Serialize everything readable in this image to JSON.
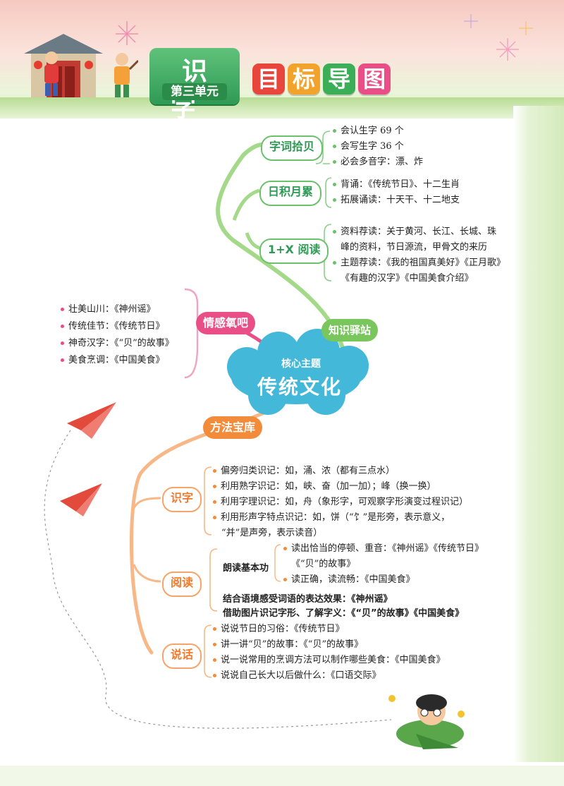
{
  "header": {
    "unit_title": "识字",
    "unit_subtitle": "第三单元",
    "goal_chars": [
      "目",
      "标",
      "导",
      "图"
    ],
    "goal_colors": [
      "#e8463d",
      "#f2a32c",
      "#3cae57",
      "#e94f86"
    ]
  },
  "center": {
    "subtitle": "核心主题",
    "title": "传统文化"
  },
  "knowledge": {
    "label": "知识驿站",
    "ciji": {
      "label": "字词拾贝",
      "items": [
        "会认生字 69 个",
        "会写生字 36 个",
        "必会多音字：漂、炸"
      ]
    },
    "riji": {
      "label": "日积月累",
      "items": [
        "背诵：《传统节日》、十二生肖",
        "拓展诵读：十天干、十二地支"
      ]
    },
    "yuedu": {
      "label": "1+X 阅读",
      "lines": [
        "资料荐读：关于黄河、长江、长城、珠",
        "峰的资料，节日源流，甲骨文的来历",
        "主题荐读：《我的祖国真美好》《正月歌》",
        "《有趣的汉字》《中国美食介绍》"
      ]
    }
  },
  "emotion": {
    "label": "情感氧吧",
    "items": [
      "壮美山川：《神州谣》",
      "传统佳节：《传统节日》",
      "神奇汉字：《“贝”的故事》",
      "美食烹调：《中国美食》"
    ]
  },
  "method": {
    "label": "方法宝库",
    "shizi": {
      "label": "识字",
      "lines": [
        "偏旁归类识记：如，涌、浓（都有三点水）",
        "利用熟字识记：如，峡、奋（加一加）；峰（换一换）",
        "利用字理识记：如，舟（象形字，可观察字形演变过程识记）",
        "利用形声字特点识记：如，饼（“饣”是形旁，表示意义，",
        "“并”是声旁，表示读音）"
      ]
    },
    "yuedu": {
      "label": "阅读",
      "sub_label": "朗读基本功",
      "sub_lines": [
        "读出恰当的停顿、重音：《神州谣》《传统节日》",
        "《“贝”的故事》",
        "读正确，读流畅：《中国美食》"
      ],
      "line1": "结合语境感受词语的表达效果：《神州谣》",
      "line2": "借助图片识记字形、了解字义：《“贝”的故事》《中国美食》"
    },
    "shuohua": {
      "label": "说话",
      "items": [
        "说说节日的习俗：《传统节日》",
        "讲一讲“贝”的故事：《“贝”的故事》",
        "说一说常用的烹调方法可以制作哪些美食：《中国美食》",
        "说说自己长大以后做什么：《口语交际》"
      ]
    }
  },
  "colors": {
    "green": "#6cc16c",
    "pink": "#e94f86",
    "orange": "#f28b3a",
    "cloud": "#43b8d9"
  }
}
